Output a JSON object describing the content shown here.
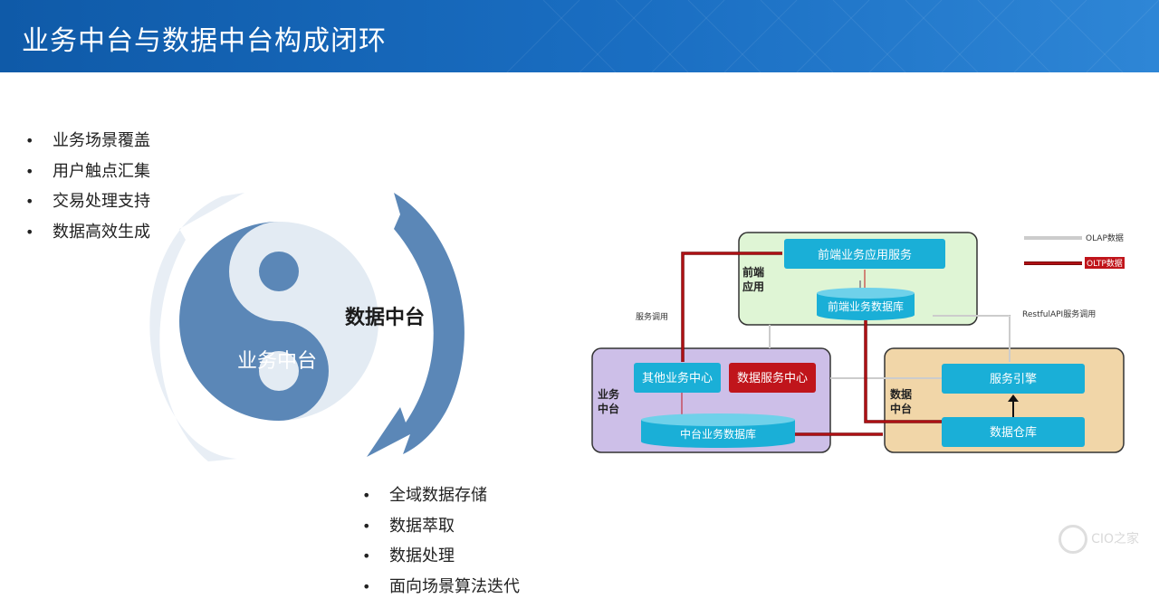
{
  "header": {
    "title": "业务中台与数据中台构成闭环"
  },
  "bullets_business": [
    "业务场景覆盖",
    "用户触点汇集",
    "交易处理支持",
    "数据高效生成"
  ],
  "bullets_data": [
    "全域数据存储",
    "数据萃取",
    "数据处理",
    "面向场景算法迭代"
  ],
  "yinyang": {
    "business_label": "业务中台",
    "data_label": "数据中台",
    "colors": {
      "dark": "#5b87b7",
      "light": "#e3ebf3",
      "arrow": "#5b87b7"
    }
  },
  "architecture": {
    "frontend_group": "前端\n应用",
    "frontend_service": "前端业务应用服务",
    "frontend_db": "前端业务数据库",
    "biz_group": "业务\n中台",
    "other_biz_center": "其他业务中心",
    "data_service_center": "数据服务中心",
    "midplatform_db": "中台业务数据库",
    "data_group": "数据\n中台",
    "service_engine": "服务引擎",
    "data_warehouse": "数据仓库",
    "label_service_call": "服务调用",
    "label_restful": "RestfulAPI服务调用",
    "legend_olap": "OLAP数据",
    "legend_oltp": "OLTP数据",
    "colors": {
      "frontend_bg": "#dff5d5",
      "biz_bg": "#cdbfe8",
      "data_bg": "#f1d6a8",
      "box": "#1aafd7",
      "red_box": "#c0151b",
      "oltp": "#7b0a0c"
    }
  },
  "watermark": "CIO之家"
}
